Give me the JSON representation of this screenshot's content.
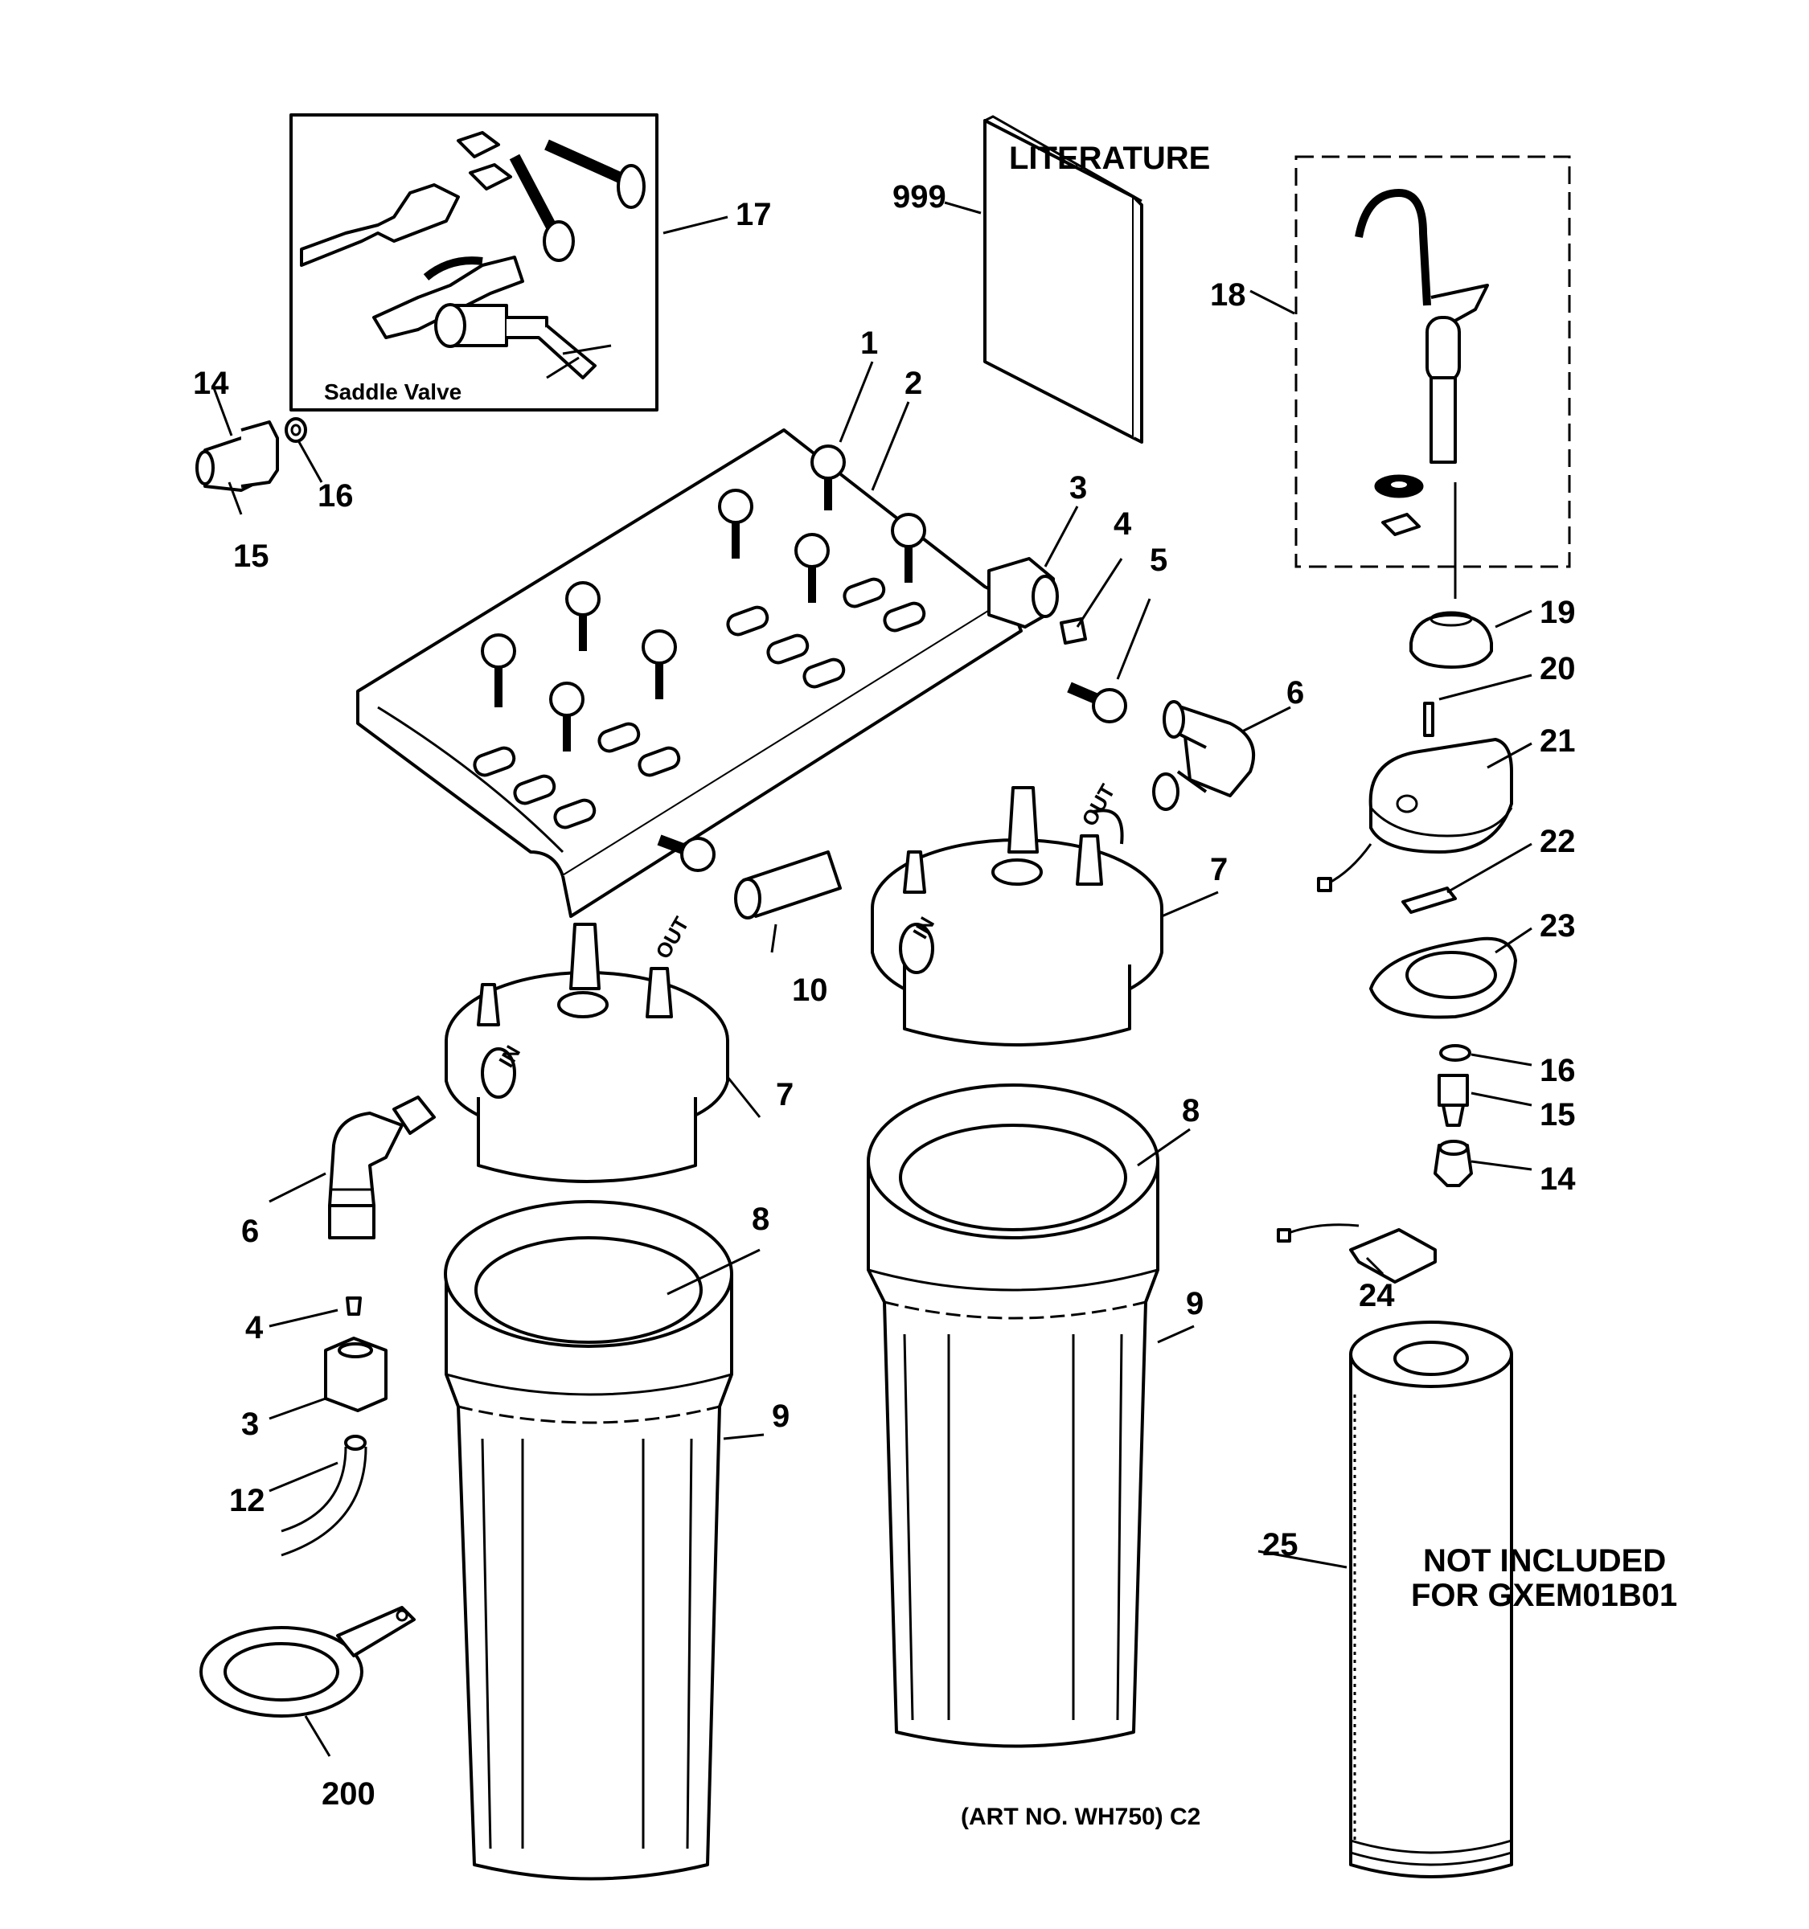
{
  "callouts": {
    "c1": "1",
    "c2": "2",
    "c3a": "3",
    "c4a": "4",
    "c5": "5",
    "c6a": "6",
    "c7a": "7",
    "c7b": "7",
    "c8a": "8",
    "c8b": "8",
    "c9a": "9",
    "c9b": "9",
    "c10": "10",
    "c12": "12",
    "c14a": "14",
    "c14b": "14",
    "c15a": "15",
    "c15b": "15",
    "c16a": "16",
    "c16b": "16",
    "c17": "17",
    "c18": "18",
    "c19": "19",
    "c20": "20",
    "c21": "21",
    "c22": "22",
    "c23": "23",
    "c24": "24",
    "c25": "25",
    "c6b": "6",
    "c4b": "4",
    "c3b": "3",
    "c999": "999",
    "c200": "200"
  },
  "labels": {
    "literature": "LITERATURE",
    "saddle_valve": "Saddle Valve",
    "not_included_line1": "NOT INCLUDED",
    "not_included_line2": "FOR GXEM01B01",
    "art_no": "(ART NO. WH750) C2",
    "in": "IN",
    "out": "OUT"
  }
}
